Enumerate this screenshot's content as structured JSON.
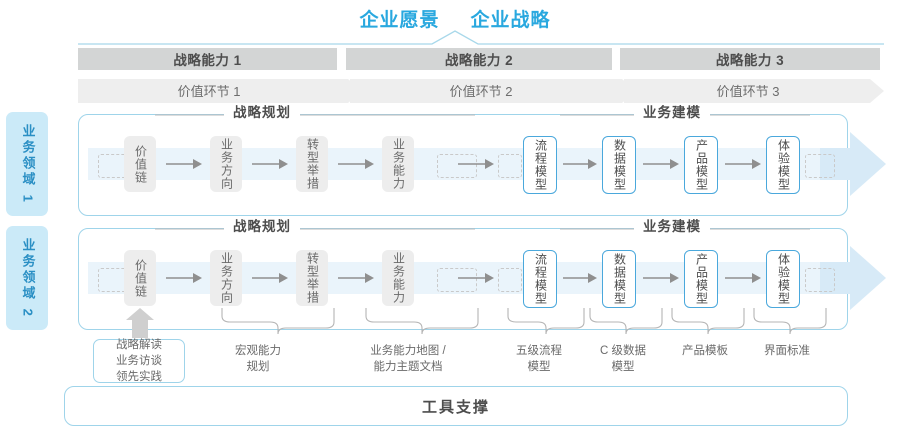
{
  "header": {
    "vision": "企业愿景",
    "strategy": "企业战略"
  },
  "capabilities": [
    {
      "label": "战略能力 1",
      "value_link": "价值环节 1"
    },
    {
      "label": "战略能力 2",
      "value_link": "价值环节 2"
    },
    {
      "label": "战略能力 3",
      "value_link": "价值环节 3"
    }
  ],
  "domains": [
    {
      "label": "业务领域 1"
    },
    {
      "label": "业务领域 2"
    }
  ],
  "sections": [
    {
      "name": "战略规划"
    },
    {
      "name": "业务建模"
    }
  ],
  "nodes": [
    {
      "label": "价值链",
      "style": "grey"
    },
    {
      "label": "业务方向",
      "style": "grey"
    },
    {
      "label": "转型举措",
      "style": "grey"
    },
    {
      "label": "业务能力",
      "style": "grey"
    },
    {
      "label": "流程模型",
      "style": "blue"
    },
    {
      "label": "数据模型",
      "style": "blue"
    },
    {
      "label": "产品模型",
      "style": "blue"
    },
    {
      "label": "体验模型",
      "style": "blue"
    }
  ],
  "tool_notes": [
    {
      "lines": [
        "战略解读",
        "业务访谈",
        "领先实践"
      ],
      "boxed": true
    },
    {
      "lines": [
        "宏观能力",
        "规划"
      ],
      "boxed": false
    },
    {
      "lines": [
        "业务能力地图 /",
        "能力主题文档"
      ],
      "boxed": false
    },
    {
      "lines": [
        "五级流程",
        "模型"
      ],
      "boxed": false
    },
    {
      "lines": [
        "C 级数据",
        "模型"
      ],
      "boxed": false
    },
    {
      "lines": [
        "产品模板"
      ],
      "boxed": false
    },
    {
      "lines": [
        "界面标准"
      ],
      "boxed": false
    }
  ],
  "footer": {
    "label": "工具支撑"
  },
  "colors": {
    "accent": "#29a8df",
    "border_blue": "#9fd4ea",
    "node_blue": "#4aa8dc",
    "bar_grey": "#d3d5d5",
    "chevron_grey": "#eeeeee",
    "band_light": "#eaf4fb",
    "band_dark": "#d7eaf7",
    "domain_bg": "#cbeaf8",
    "text_dark": "#4d4d4d"
  }
}
